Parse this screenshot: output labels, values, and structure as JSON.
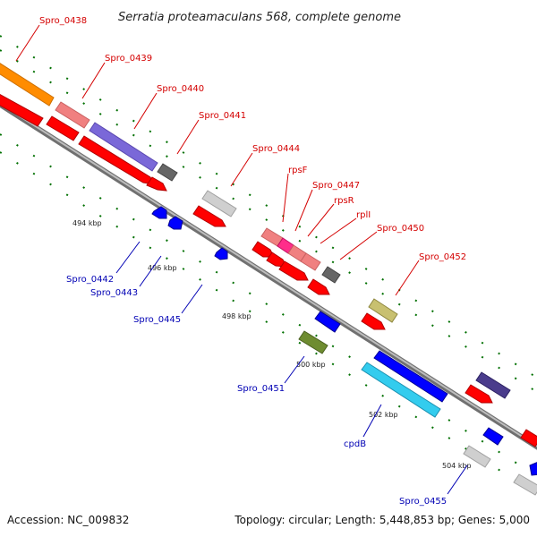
{
  "title": "Serratia proteamaculans 568, complete genome",
  "footer": {
    "accession": "Accession: NC_009832",
    "summary": "Topology: circular; Length: 5,448,853 bp; Genes: 5,000"
  },
  "colors": {
    "forward_cds": "#ff0000",
    "reverse_cds": "#0000ff",
    "backbone": "#888888",
    "tick": "#007000",
    "label_red": "#d40000",
    "label_blue": "#0000b4"
  },
  "ruler": [
    "494 kbp",
    "496 kbp",
    "498 kbp",
    "500 kbp",
    "502 kbp",
    "504 kbp"
  ],
  "labels": {
    "l0438": "Spro_0438",
    "l0439": "Spro_0439",
    "l0440": "Spro_0440",
    "l0441": "Spro_0441",
    "l0444": "Spro_0444",
    "rpsF": "rpsF",
    "l0447": "Spro_0447",
    "rpsR": "rpsR",
    "rplI": "rplI",
    "l0450": "Spro_0450",
    "l0452": "Spro_0452",
    "l0442": "Spro_0442",
    "l0443": "Spro_0443",
    "l0445": "Spro_0445",
    "l0451": "Spro_0451",
    "cpdB": "cpdB",
    "l0455": "Spro_0455"
  }
}
